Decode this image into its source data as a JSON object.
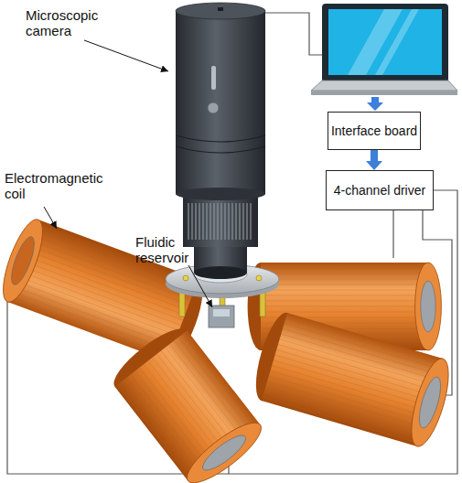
{
  "diagram": {
    "nodes": [
      {
        "text": [
          "Interface board"
        ]
      },
      {
        "text": [
          "4-channel driver"
        ]
      }
    ],
    "edges": [
      {
        "from": 0,
        "to": 1,
        "arrow": "to"
      }
    ],
    "labels": [
      "Microscopic camera",
      "Electromagnetic coil",
      "Fluidic reservoir"
    ]
  }
}
